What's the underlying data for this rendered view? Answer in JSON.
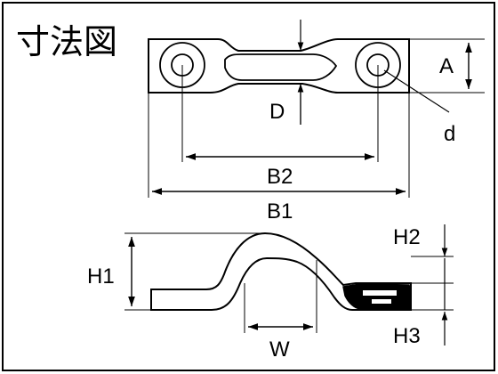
{
  "diagram": {
    "title": "寸法図",
    "labels": {
      "A": "A",
      "D": "D",
      "d": "d",
      "B2": "B2",
      "B1": "B1",
      "H1": "H1",
      "H2": "H2",
      "H3": "H3",
      "W": "W"
    }
  }
}
